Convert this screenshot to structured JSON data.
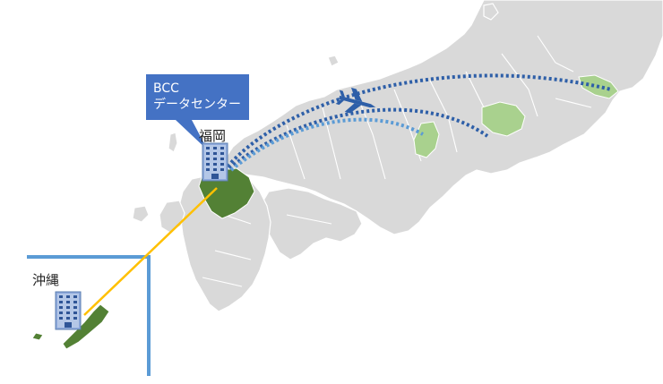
{
  "callout": {
    "line1": "BCC",
    "line2": "データセンター"
  },
  "places": {
    "fukuoka": {
      "label": "福岡"
    },
    "okinawa": {
      "label": "沖縄"
    }
  },
  "colors": {
    "land": "#d9d9d9",
    "fukuoka_region": "#538135",
    "destination_region": "#a9d18e",
    "route_dotted": "#2e5fa8",
    "route_dotted_light": "#5b9bd5",
    "okinawa_link": "#ffc000",
    "callout_fill": "#4472c4",
    "inset_frame": "#5b9bd5"
  },
  "icons": [
    "building-icon",
    "airplane-icon"
  ]
}
